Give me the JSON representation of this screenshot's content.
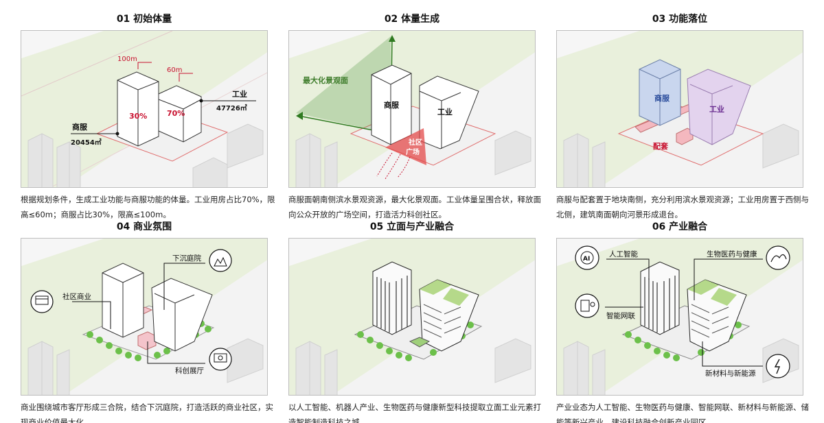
{
  "panels": [
    {
      "title": "01 初始体量",
      "labels": {
        "height_a": "100m",
        "height_b": "60m",
        "ratio_a": "30%",
        "ratio_b": "70%",
        "industry": "工业",
        "industry_area": "47726㎡",
        "commerce": "商服",
        "commerce_area": "20454㎡"
      },
      "description": "根据规划条件，生成工业功能与商服功能的体量。工业用房占比70%，限高≤60m；商服占比30%，限高≤100m。"
    },
    {
      "title": "02 体量生成",
      "labels": {
        "view": "最大化景观面",
        "commerce": "商服",
        "industry": "工业",
        "plaza_line1": "社区",
        "plaza_line2": "广场"
      },
      "description": "商服面朝南侧滨水景观资源，最大化景观面。工业体量呈围合状，释放面向公众开放的广场空间，打造活力科创社区。"
    },
    {
      "title": "03 功能落位",
      "labels": {
        "commerce": "商服",
        "industry": "工业",
        "support": "配套"
      },
      "description": "商服与配套置于地块南侧，充分利用滨水景观资源；工业用房置于西侧与北侧，建筑南面朝向河景形成退台。"
    },
    {
      "title": "04 商业氛围",
      "labels": {
        "sunken": "下沉庭院",
        "community": "社区商业",
        "exhibition": "科创展厅"
      },
      "description": "商业围绕城市客厅形成三合院，结合下沉庭院，打造活跃的商业社区，实现商业价值最大化。"
    },
    {
      "title": "05 立面与产业融合",
      "labels": {},
      "description": "以人工智能、机器人产业、生物医药与健康新型科技提取立面工业元素打造智能制造科技之城。"
    },
    {
      "title": "06 产业融合",
      "labels": {
        "ai": "人工智能",
        "ai_icon": "AI",
        "bio": "生物医药与健康",
        "iot": "智能网联",
        "energy": "新材料与新能源"
      },
      "description": "产业业态为人工智能、生物医药与健康、智能网联、新材料与新能源、储能等新兴产业，建设科技融合创新产业园区"
    }
  ],
  "colors": {
    "red": "#c8102e",
    "green_label": "#3f7d2c",
    "commerce_blue": "#c9d6ee",
    "industry_purple": "#e3d3ee",
    "support_pink": "#f4b8bf"
  }
}
